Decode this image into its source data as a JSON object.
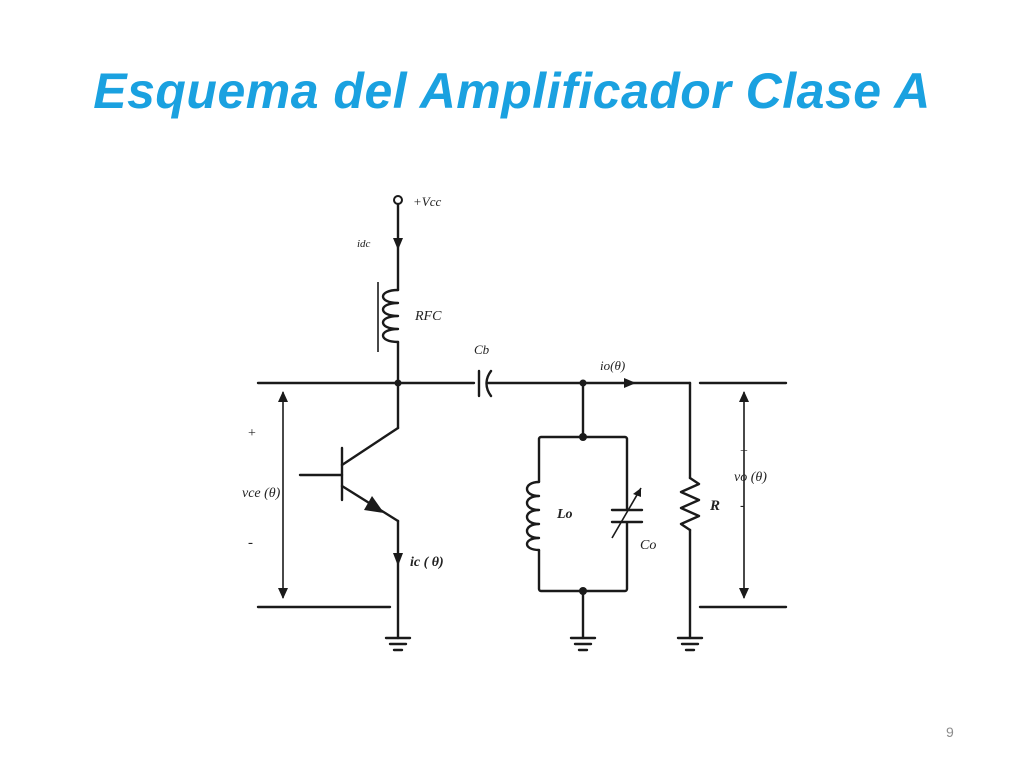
{
  "slide": {
    "title": "Esquema del Amplificador Clase A",
    "number": "9",
    "title_color": "#1aa1e0"
  },
  "diagram": {
    "labels": {
      "vcc": "+Vcc",
      "idc": "idc",
      "rfc": "RFC",
      "cb": "Cb",
      "io": "io(θ)",
      "plus_left": "+",
      "vce": "vce (θ)",
      "minus_left": "-",
      "ic": "ic ( θ)",
      "lo": "Lo",
      "co": "Co",
      "r": "R",
      "plus_right": "+",
      "vo": "vo (θ)",
      "minus_right": "-"
    }
  }
}
